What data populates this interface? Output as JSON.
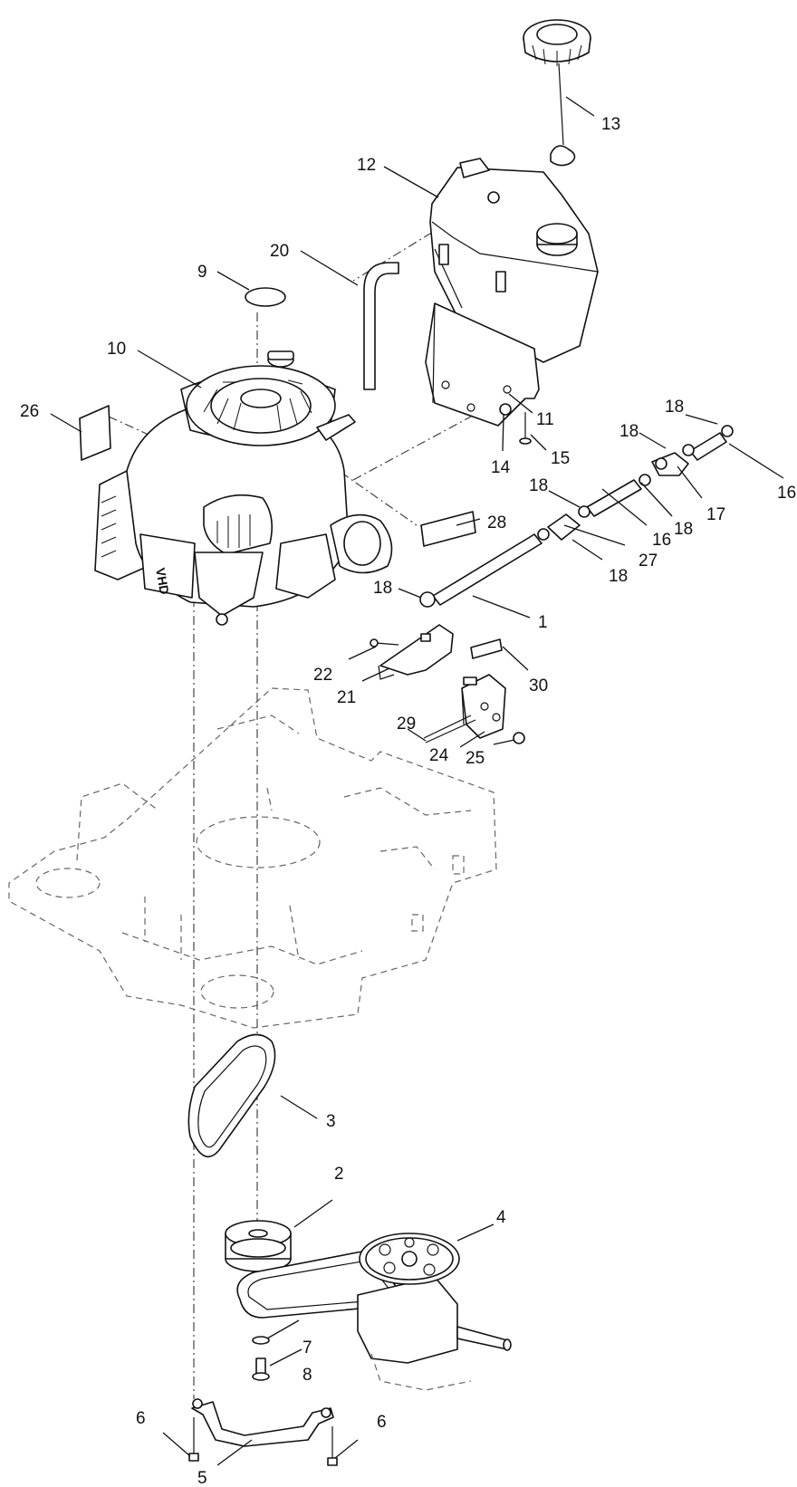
{
  "callouts": {
    "c1": "1",
    "c2": "2",
    "c3": "3",
    "c4": "4",
    "c5": "5",
    "c6a": "6",
    "c6b": "6",
    "c7": "7",
    "c8": "8",
    "c9": "9",
    "c10": "10",
    "c11": "11",
    "c12": "12",
    "c13": "13",
    "c14": "14",
    "c15": "15",
    "c16a": "16",
    "c16b": "16",
    "c17": "17",
    "c18a": "18",
    "c18b": "18",
    "c18c": "18",
    "c18d": "18",
    "c18e": "18",
    "c18f": "18",
    "c20": "20",
    "c21": "21",
    "c22": "22",
    "c24": "24",
    "c25": "25",
    "c26": "26",
    "c27": "27",
    "c28": "28",
    "c29": "29",
    "c30": "30"
  },
  "engine_decal": "VHD"
}
